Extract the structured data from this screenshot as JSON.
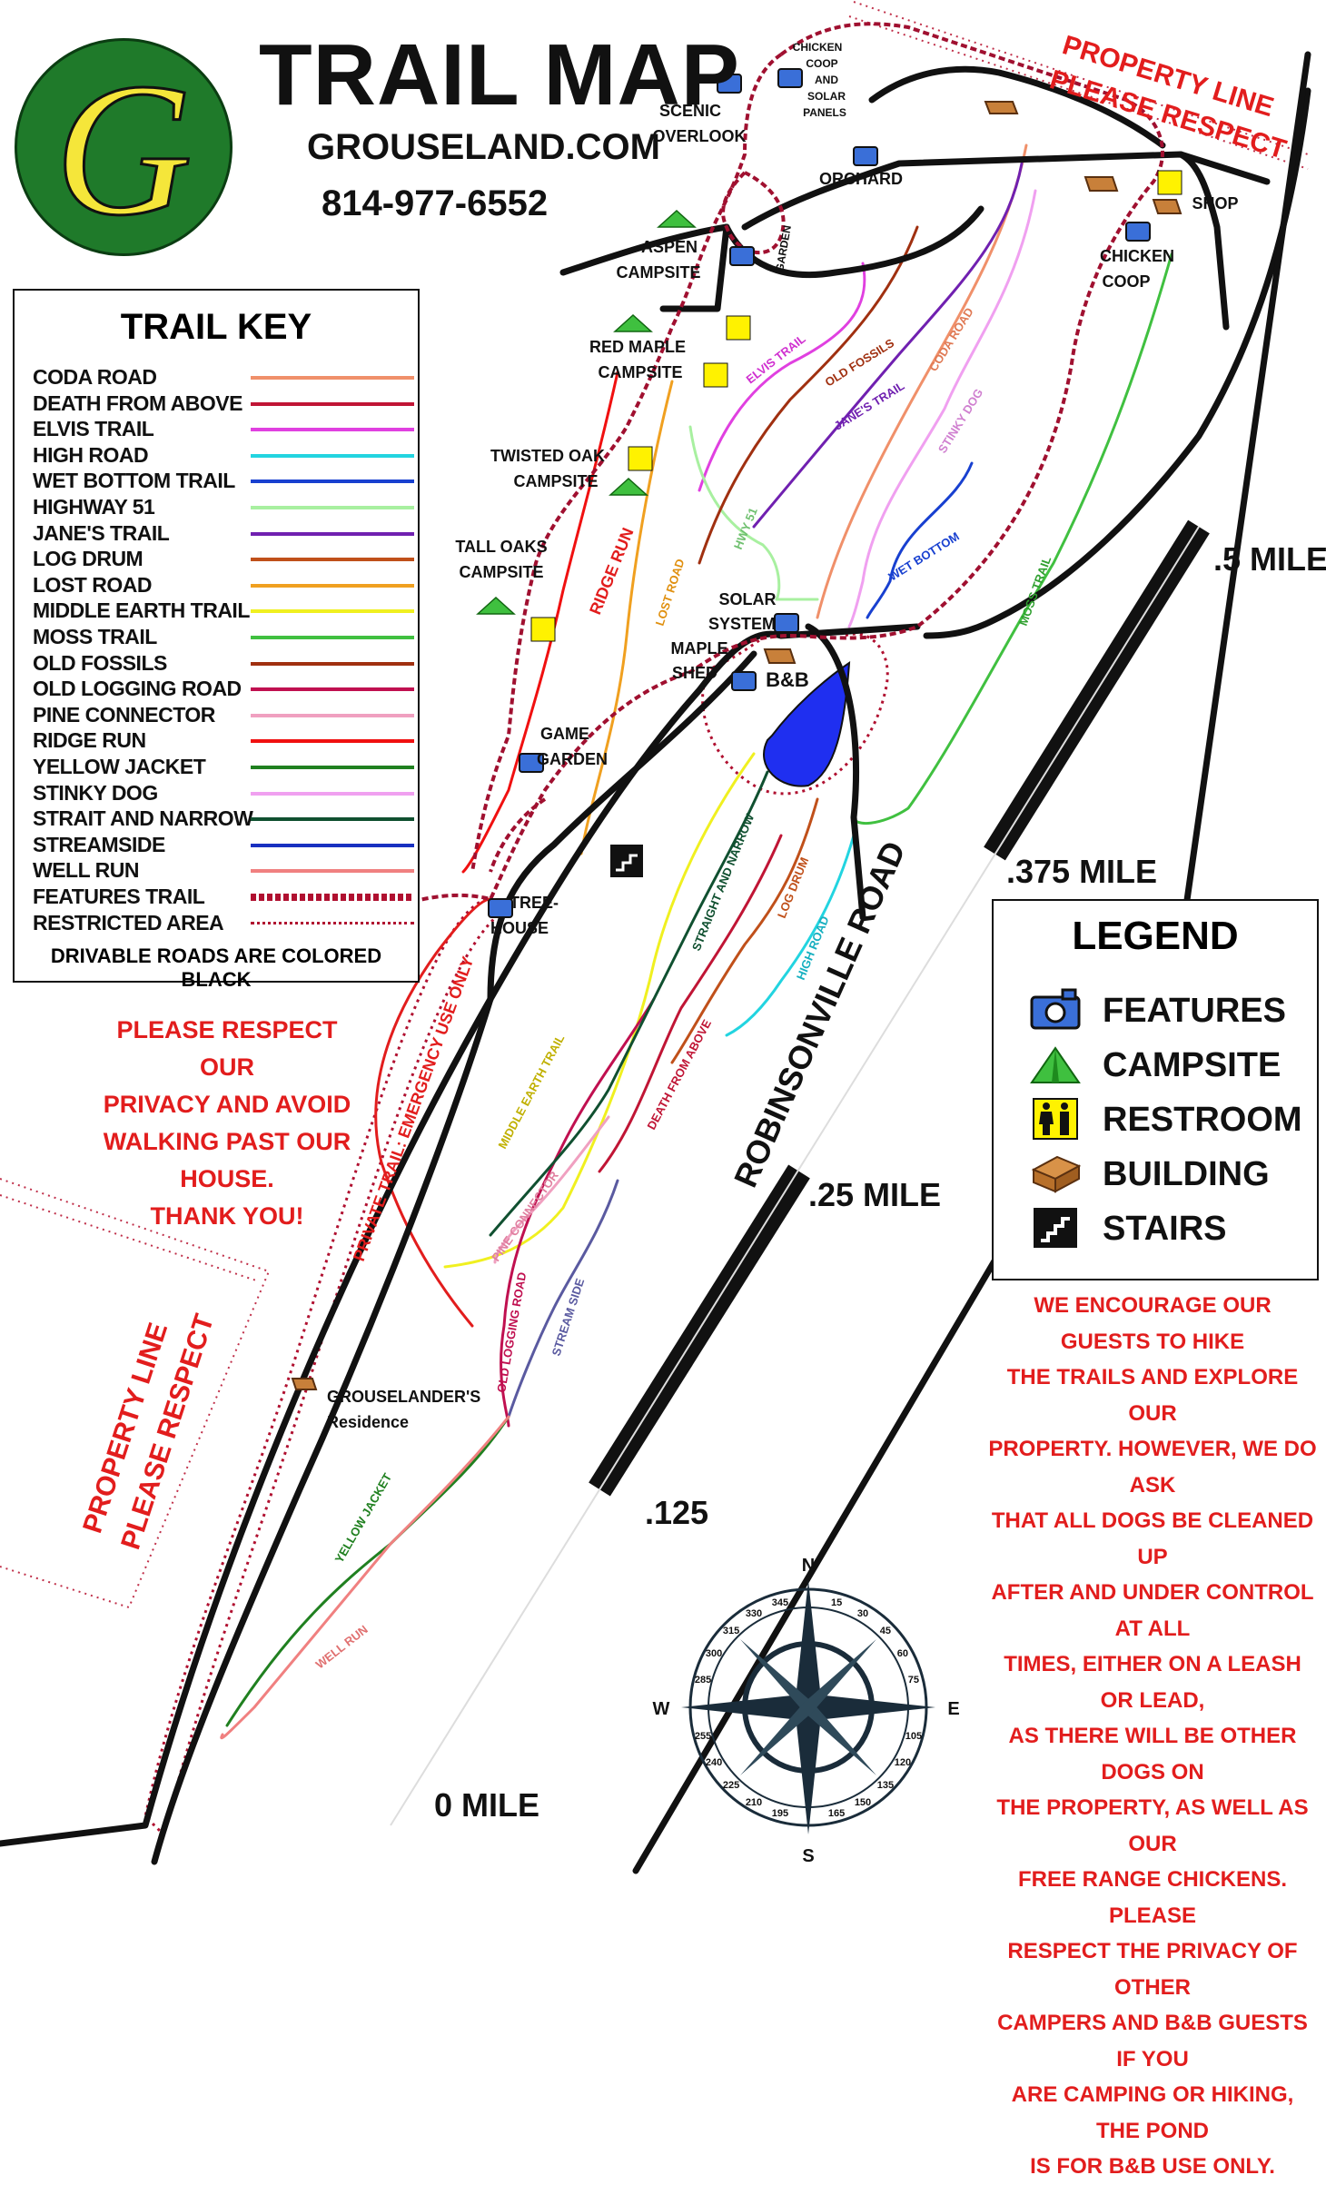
{
  "header": {
    "logo_letter": "G",
    "title": "TRAIL MAP",
    "website": "GROUSELAND.COM",
    "phone": "814-977-6552"
  },
  "trail_key": {
    "title": "TRAIL KEY",
    "items": [
      {
        "label": "CODA ROAD",
        "color": "#f0906a",
        "style": "solid"
      },
      {
        "label": "DEATH FROM ABOVE",
        "color": "#c01535",
        "style": "solid"
      },
      {
        "label": "ELVIS TRAIL",
        "color": "#e040e0",
        "style": "solid"
      },
      {
        "label": "HIGH ROAD",
        "color": "#22d4e0",
        "style": "solid"
      },
      {
        "label": "WET BOTTOM TRAIL",
        "color": "#1840d0",
        "style": "solid"
      },
      {
        "label": "HIGHWAY 51",
        "color": "#a8f0a0",
        "style": "solid"
      },
      {
        "label": "JANE'S TRAIL",
        "color": "#7020b0",
        "style": "solid"
      },
      {
        "label": "LOG DRUM",
        "color": "#c0501a",
        "style": "solid"
      },
      {
        "label": "LOST ROAD",
        "color": "#f0a020",
        "style": "solid"
      },
      {
        "label": "MIDDLE EARTH TRAIL",
        "color": "#f0f020",
        "style": "solid"
      },
      {
        "label": "MOSS TRAIL",
        "color": "#40c040",
        "style": "solid"
      },
      {
        "label": "OLD FOSSILS",
        "color": "#a03010",
        "style": "solid"
      },
      {
        "label": "OLD LOGGING ROAD",
        "color": "#c01050",
        "style": "solid"
      },
      {
        "label": "PINE CONNECTOR",
        "color": "#f0a0c0",
        "style": "solid"
      },
      {
        "label": "RIDGE RUN",
        "color": "#f01010",
        "style": "solid"
      },
      {
        "label": "YELLOW JACKET",
        "color": "#208020",
        "style": "solid"
      },
      {
        "label": "STINKY DOG",
        "color": "#f0a0f0",
        "style": "solid"
      },
      {
        "label": "STRAIT AND NARROW",
        "color": "#105030",
        "style": "solid"
      },
      {
        "label": "STREAMSIDE",
        "color": "#1830c0",
        "style": "solid"
      },
      {
        "label": "WELL RUN",
        "color": "#f08080",
        "style": "solid"
      },
      {
        "label": "FEATURES TRAIL",
        "color": "#b01030",
        "style": "features"
      },
      {
        "label": "RESTRICTED AREA",
        "color": "#b01030",
        "style": "dotted"
      }
    ],
    "note": "DRIVABLE ROADS ARE COLORED BLACK"
  },
  "legend": {
    "title": "LEGEND",
    "items": [
      {
        "label": "FEATURES",
        "icon": "camera-icon"
      },
      {
        "label": "CAMPSITE",
        "icon": "tent-icon"
      },
      {
        "label": "RESTROOM",
        "icon": "restroom-icon"
      },
      {
        "label": "BUILDING",
        "icon": "building-icon"
      },
      {
        "label": "STAIRS",
        "icon": "stairs-icon"
      }
    ]
  },
  "notices": {
    "privacy_lines": [
      "PLEASE RESPECT OUR",
      "PRIVACY AND AVOID",
      "WALKING PAST OUR",
      "HOUSE.",
      "THANK YOU!"
    ],
    "encourage_lines": [
      "WE ENCOURAGE OUR GUESTS TO HIKE",
      "THE TRAILS AND EXPLORE OUR",
      "PROPERTY. HOWEVER, WE DO ASK",
      "THAT ALL DOGS BE CLEANED UP",
      "AFTER AND UNDER CONTROL AT ALL",
      "TIMES, EITHER ON A LEASH OR LEAD,",
      "AS THERE WILL BE OTHER DOGS ON",
      "THE PROPERTY, AS WELL AS OUR",
      "FREE RANGE CHICKENS. PLEASE",
      "RESPECT THE PRIVACY OF OTHER",
      "CAMPERS AND B&B GUESTS IF YOU",
      "ARE CAMPING OR HIKING, THE POND",
      "IS FOR B&B USE ONLY."
    ],
    "property_line_top": [
      "PROPERTY LINE",
      "PLEASE RESPECT"
    ],
    "property_line_left": [
      "PROPERTY LINE",
      "PLEASE RESPECT"
    ]
  },
  "map": {
    "road_label": "ROBINSONVILLE ROAD",
    "scale_labels": {
      "m0": "0 MILE",
      "m125": ".125",
      "m25": ".25 MILE",
      "m375": ".375 MILE",
      "m5": ".5 MILE"
    },
    "place_labels": {
      "scenic_overlook": [
        "SCENIC",
        "OVERLOOK"
      ],
      "chicken_coop_solar": [
        "CHICKEN",
        "COOP",
        "AND",
        "SOLAR",
        "PANELS"
      ],
      "orchard": "ORCHARD",
      "shop": "SHOP",
      "chicken_coop": [
        "CHICKEN",
        "COOP"
      ],
      "garden": "GARDEN",
      "aspen": [
        "ASPEN",
        "CAMPSITE"
      ],
      "red_maple": [
        "RED MAPLE",
        "CAMPSITE"
      ],
      "twisted_oak": [
        "TWISTED OAK",
        "CAMPSITE"
      ],
      "tall_oaks": [
        "TALL OAKS",
        "CAMPSITE"
      ],
      "solar_system": [
        "SOLAR",
        "SYSTEM"
      ],
      "maple_shed": [
        "MAPLE",
        "SHED"
      ],
      "bnb": "B&B",
      "game_garden": [
        "GAME",
        "GARDEN"
      ],
      "tree_house": [
        "TREE-",
        "HOUSE"
      ],
      "residence": [
        "GROUSELANDER'S",
        "Residence"
      ]
    },
    "trail_labels": {
      "elvis": "ELVIS TRAIL",
      "old_fossils": "OLD FOSSILS",
      "janes": "JANE'S TRAIL",
      "coda": "CODA ROAD",
      "stinky": "STINKY DOG",
      "wet_bottom": "WET BOTTOM",
      "hwy51": "HWY 51",
      "lost_road": "LOST ROAD",
      "ridge_run": "RIDGE RUN",
      "moss": "MOSS TRAIL",
      "straight": "STRAIGHT AND NARROW",
      "log_drum": "LOG DRUM",
      "high_road": "HIGH ROAD",
      "private": "PRIVATE TRAIL: EMERGENCY USE ONLY",
      "middle_earth": "MIDDLE EARTH TRAIL",
      "death": "DEATH FROM ABOVE",
      "pine": "PINE CONNECTOR",
      "old_logging": "OLD LOGGING ROAD",
      "stream_side": "STREAM SIDE",
      "yellow_jacket": "YELLOW JACKET",
      "well_run": "WELL RUN"
    },
    "compass": {
      "n": "N",
      "s": "S",
      "e": "E",
      "w": "W",
      "degrees": [
        "15",
        "30",
        "45",
        "60",
        "75",
        "105",
        "120",
        "135",
        "150",
        "165",
        "195",
        "210",
        "225",
        "240",
        "255",
        "285",
        "300",
        "315",
        "330",
        "345"
      ]
    }
  },
  "colors": {
    "road": "#111111",
    "notice": "#e21d1d",
    "logo_green": "#1f7a2a",
    "logo_yellow": "#f5e63a",
    "pond": "#1f2ff0"
  }
}
